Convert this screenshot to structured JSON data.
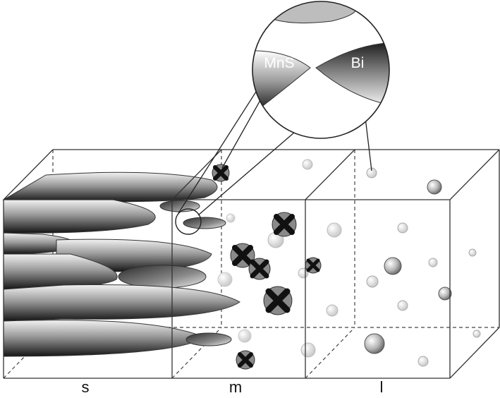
{
  "zones": {
    "s": "s",
    "m": "m",
    "l": "l"
  },
  "callout": {
    "left_phase": "MnS",
    "right_phase": "Bi"
  },
  "colors": {
    "outline": "#333333",
    "inclusion_dark": "#1a1a1a",
    "inclusion_light": "#eeeeee",
    "particle_gray": "#9a9a9a"
  }
}
